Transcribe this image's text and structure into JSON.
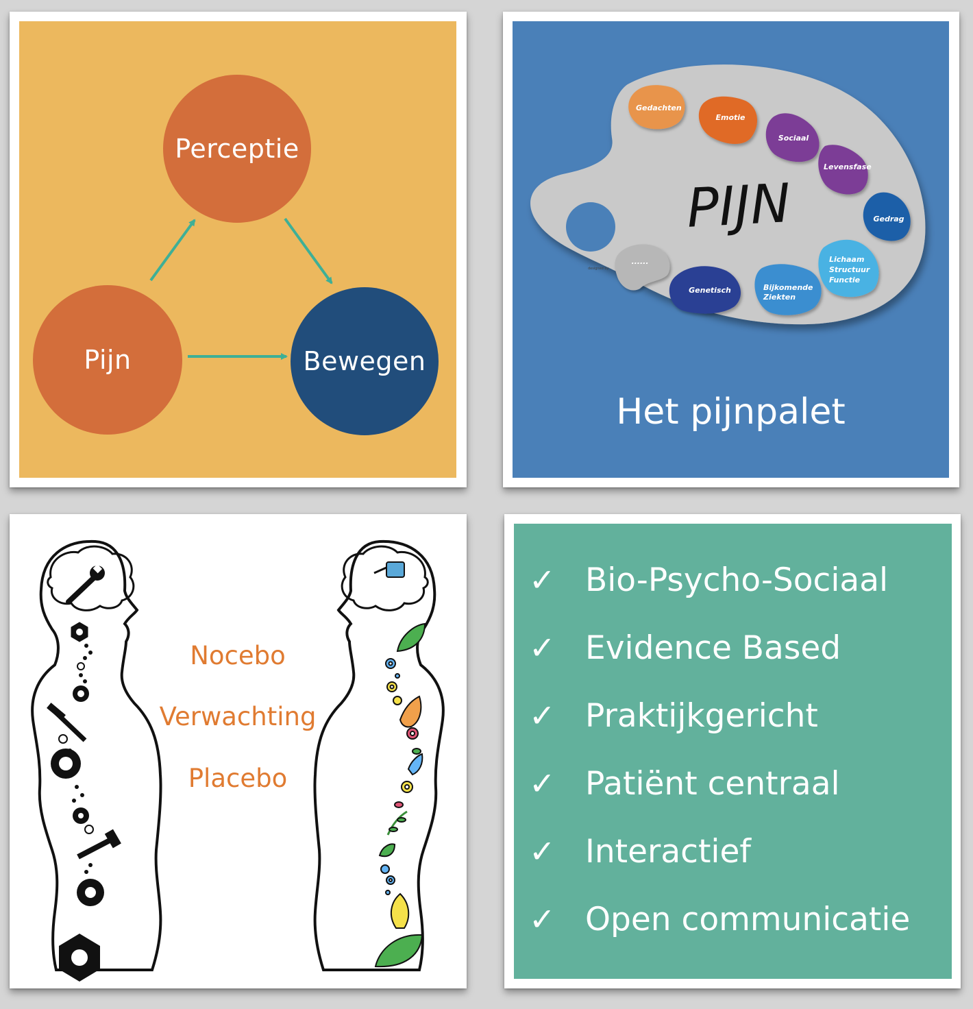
{
  "panel1": {
    "background": "#ecb85e",
    "nodes": {
      "perceptie": "Perceptie",
      "pijn": "Pijn",
      "bewegen": "Bewegen"
    },
    "colors": {
      "orange": "#d36e3b",
      "navy": "#214d7b",
      "arrow": "#3eaf96"
    }
  },
  "panel2": {
    "background": "#4a80b8",
    "palette_title": "PIJN",
    "title": "Het pijnpalet",
    "tiny_credit": "designed by",
    "blobs": [
      {
        "label": "Gedachten",
        "color": "#e8944c"
      },
      {
        "label": "Emotie",
        "color": "#e06a28"
      },
      {
        "label": "Sociaal",
        "color": "#7b3e96"
      },
      {
        "label": "Levensfase",
        "color": "#7b3e96"
      },
      {
        "label": "Gedrag",
        "color": "#1f5ea8"
      },
      {
        "label": "Lichaam\nStructuur\nFunctie",
        "color": "#4ab2e3"
      },
      {
        "label": "Bijkomende\nZiekten",
        "color": "#3b8ed0"
      },
      {
        "label": "Genetisch",
        "color": "#2c3f94"
      },
      {
        "label": "......",
        "color": "#b7b7b7"
      }
    ]
  },
  "panel3": {
    "words": [
      "Nocebo",
      "Verwachting",
      "Placebo"
    ],
    "word_color": "#e07b31"
  },
  "panel4": {
    "background": "#62b19c",
    "check_symbol": "✓",
    "items": [
      "Bio-Psycho-Sociaal",
      "Evidence Based",
      "Praktijkgericht",
      "Patiënt centraal",
      "Interactief",
      "Open communicatie"
    ]
  }
}
